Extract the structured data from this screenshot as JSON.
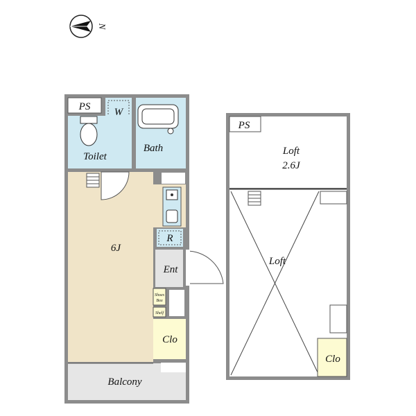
{
  "compass": {
    "label": "N"
  },
  "rooms": {
    "ps_main": "PS",
    "washer": "W",
    "toilet": "Toilet",
    "bath": "Bath",
    "main_room": "6J",
    "fridge": "R",
    "entrance": "Ent",
    "shoes_box_line1": "Shoes",
    "shoes_box_line2": "Box",
    "shelf": "Shelf",
    "closet_main": "Clo",
    "balcony": "Balcony",
    "ps_loft": "PS",
    "loft_room": "Loft",
    "loft_room_size": "2.6J",
    "loft_open": "Loft",
    "closet_loft": "Clo"
  },
  "colors": {
    "wall": "#8c8c8c",
    "wet_area": "#cfe9f2",
    "main_floor": "#f0e4c8",
    "entrance": "#e4e4e4",
    "closet": "#fdfbd2",
    "balcony": "#e6e6e6"
  }
}
